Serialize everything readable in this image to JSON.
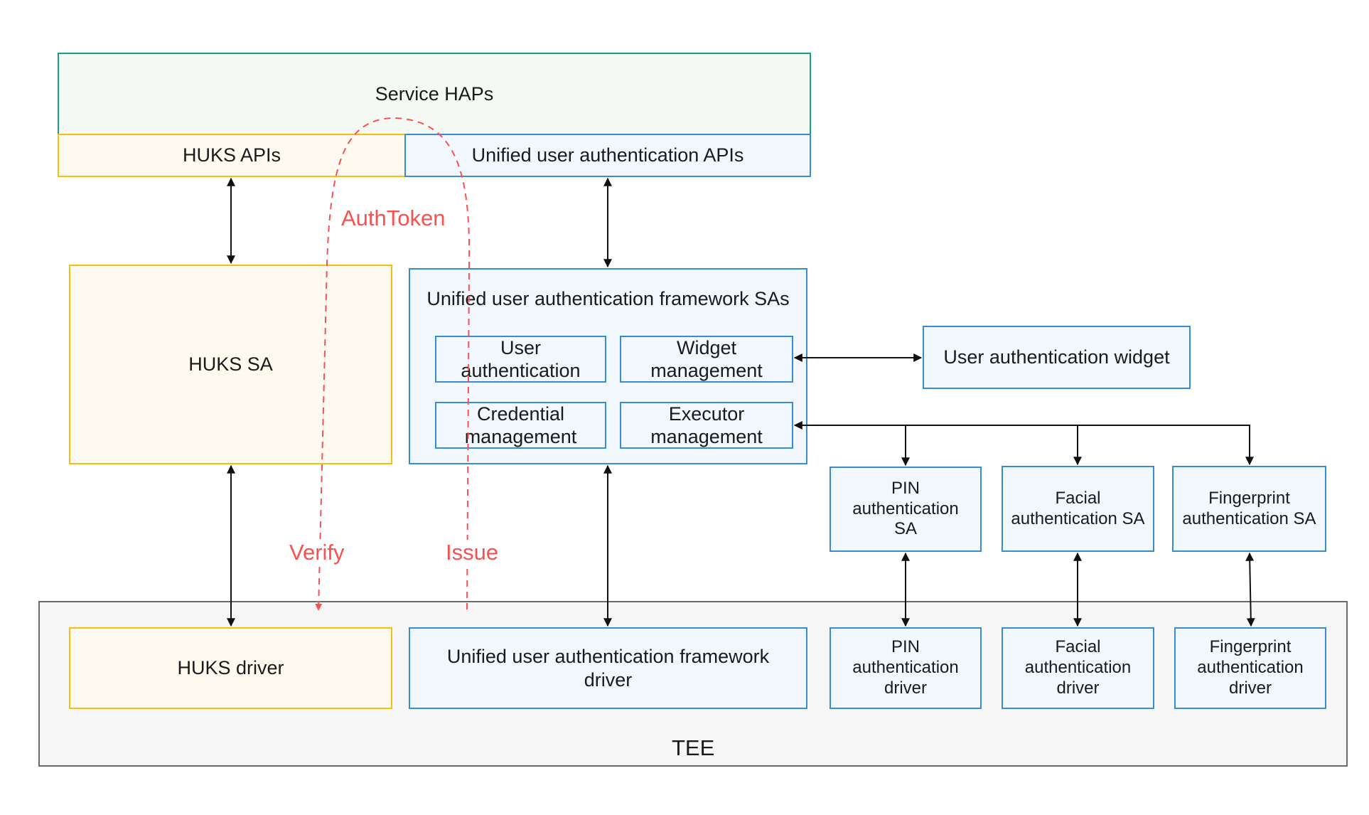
{
  "diagram": {
    "service_haps": "Service HAPs",
    "huks_apis": "HUKS APIs",
    "unified_apis": "Unified user authentication APIs",
    "huks_sa": "HUKS SA",
    "framework_sas": {
      "title": "Unified user authentication framework SAs",
      "modules": [
        "User authentication",
        "Widget management",
        "Credential management",
        "Executor management"
      ]
    },
    "widget": "User authentication widget",
    "executor_sas": [
      "PIN authentication SA",
      "Facial authentication SA",
      "Fingerprint authentication SA"
    ],
    "tee": {
      "label": "TEE",
      "huks_driver": "HUKS driver",
      "framework_driver": "Unified user authentication framework driver",
      "executor_drivers": [
        "PIN authentication driver",
        "Facial authentication driver",
        "Fingerprint authentication driver"
      ]
    },
    "flow_labels": {
      "token": "AuthToken",
      "verify": "Verify",
      "issue": "Issue"
    },
    "colors": {
      "service_border": "#14a088",
      "huks_border": "#f5bf0f",
      "uauth_border": "#3a8ad4",
      "tee_border": "#6a6a6a",
      "token_flow": "#fa5050"
    }
  }
}
